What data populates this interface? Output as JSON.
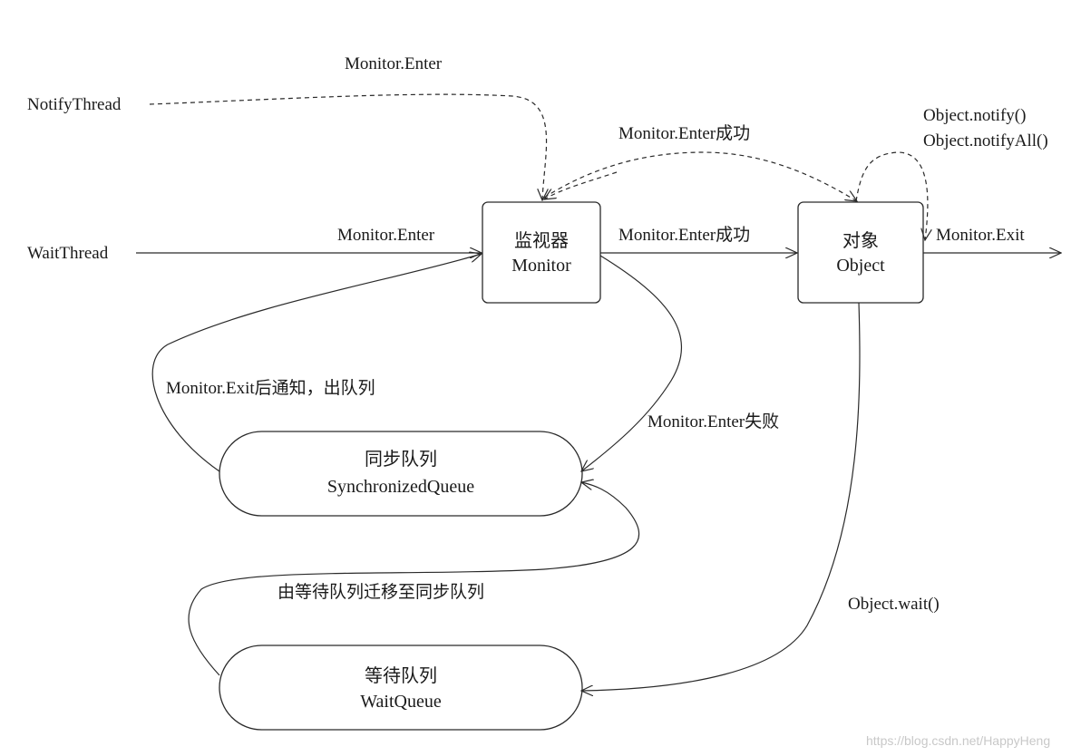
{
  "nodes": {
    "monitor": {
      "line1": "监视器",
      "line2": "Monitor"
    },
    "object": {
      "line1": "对象",
      "line2": "Object"
    },
    "sync_queue": {
      "line1": "同步队列",
      "line2": "SynchronizedQueue"
    },
    "wait_queue": {
      "line1": "等待队列",
      "line2": "WaitQueue"
    }
  },
  "actors": {
    "notify_thread": "NotifyThread",
    "wait_thread": "WaitThread"
  },
  "labels": {
    "notify_enter": "Monitor.Enter",
    "wait_enter": "Monitor.Enter",
    "enter_success_top": "Monitor.Enter成功",
    "enter_success_mid": "Monitor.Enter成功",
    "notify": "Object.notify()",
    "notify_all": "Object.notifyAll()",
    "exit": "Monitor.Exit",
    "exit_notify": "Monitor.Exit后通知，出队列",
    "enter_fail": "Monitor.Enter失败",
    "migrate": "由等待队列迁移至同步队列",
    "wait": "Object.wait()"
  },
  "watermark": "https://blog.csdn.net/HappyHeng"
}
